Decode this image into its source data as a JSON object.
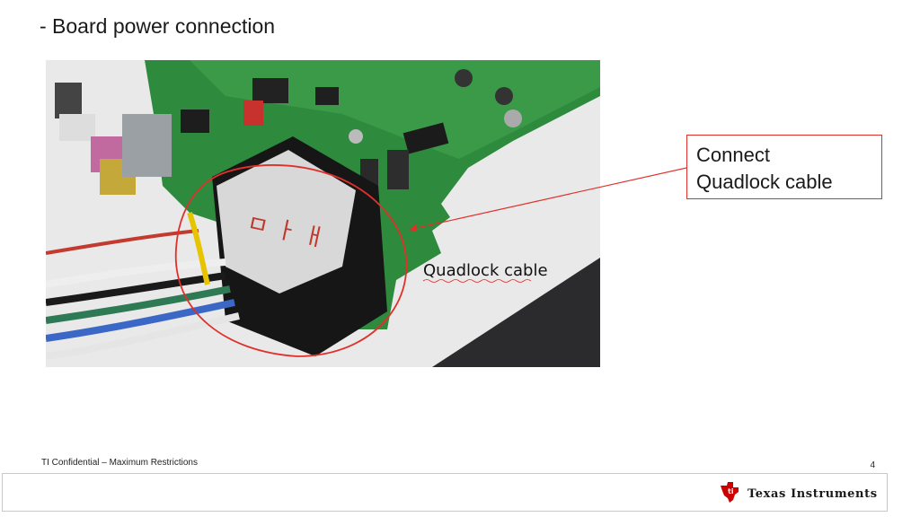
{
  "slide": {
    "title": "- Board power connection",
    "callout_lines": [
      "Connect",
      "Quadlock cable"
    ],
    "photo_label": "Quadlock cable"
  },
  "footer": {
    "confidential": "TI Confidential – Maximum Restrictions",
    "page_number": "4",
    "logo_text": "Texas Instruments"
  },
  "colors": {
    "accent_red": "#e0302a",
    "ti_red": "#cc0000",
    "pcb_green": "#2e8b3e"
  },
  "icons": [
    "ti-logo-icon"
  ]
}
